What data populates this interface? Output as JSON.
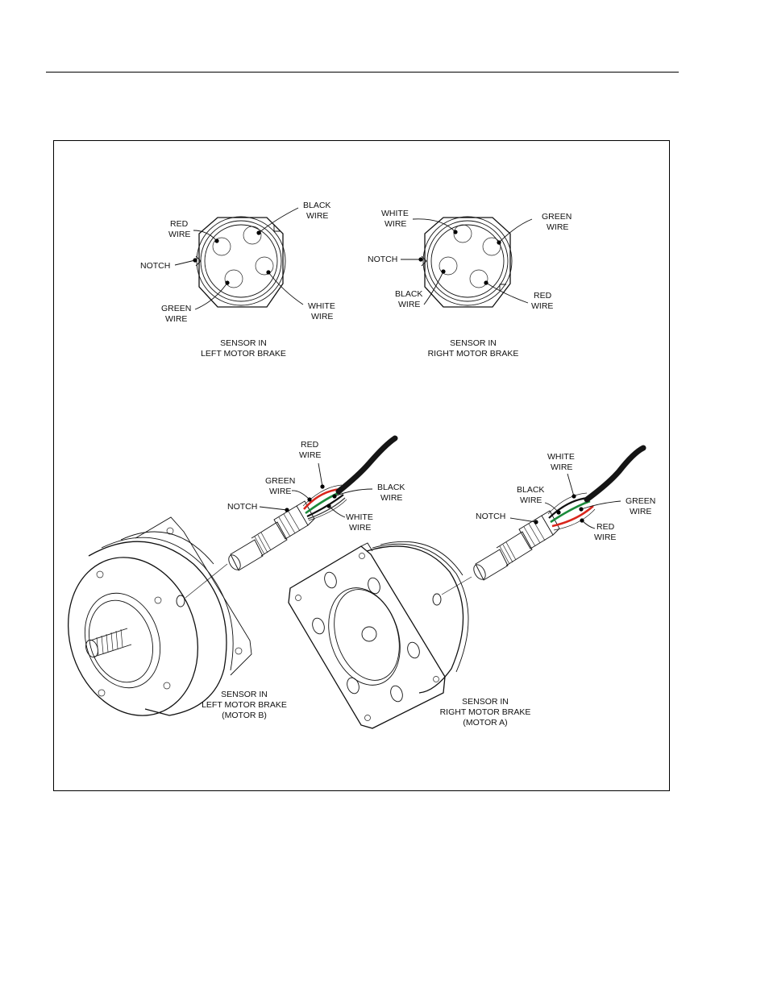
{
  "colors": {
    "line": "#111111",
    "red_wire": "#d9261c",
    "green_wire": "#1a8a3a",
    "black_wire": "#111111",
    "cable": "#151515"
  },
  "connectors": [
    {
      "caption": [
        "SENSOR IN",
        "LEFT MOTOR BRAKE"
      ],
      "labels": {
        "black": [
          "BLACK",
          "WIRE"
        ],
        "red": [
          "RED",
          "WIRE"
        ],
        "notch": [
          "NOTCH"
        ],
        "green": [
          "GREEN",
          "WIRE"
        ],
        "white": [
          "WHITE",
          "WIRE"
        ]
      }
    },
    {
      "caption": [
        "SENSOR IN",
        "RIGHT MOTOR BRAKE"
      ],
      "labels": {
        "white": [
          "WHITE",
          "WIRE"
        ],
        "green": [
          "GREEN",
          "WIRE"
        ],
        "notch": [
          "NOTCH"
        ],
        "black": [
          "BLACK",
          "WIRE"
        ],
        "red": [
          "RED",
          "WIRE"
        ]
      }
    }
  ],
  "assemblies": [
    {
      "caption": [
        "SENSOR IN",
        "LEFT MOTOR BRAKE",
        "(MOTOR B)"
      ],
      "labels": {
        "red": [
          "RED",
          "WIRE"
        ],
        "green": [
          "GREEN",
          "WIRE"
        ],
        "black": [
          "BLACK",
          "WIRE"
        ],
        "notch": [
          "NOTCH"
        ],
        "white": [
          "WHITE",
          "WIRE"
        ]
      }
    },
    {
      "caption": [
        "SENSOR IN",
        "RIGHT MOTOR BRAKE",
        "(MOTOR A)"
      ],
      "labels": {
        "white": [
          "WHITE",
          "WIRE"
        ],
        "black": [
          "BLACK",
          "WIRE"
        ],
        "green": [
          "GREEN",
          "WIRE"
        ],
        "notch": [
          "NOTCH"
        ],
        "red": [
          "RED",
          "WIRE"
        ]
      }
    }
  ]
}
